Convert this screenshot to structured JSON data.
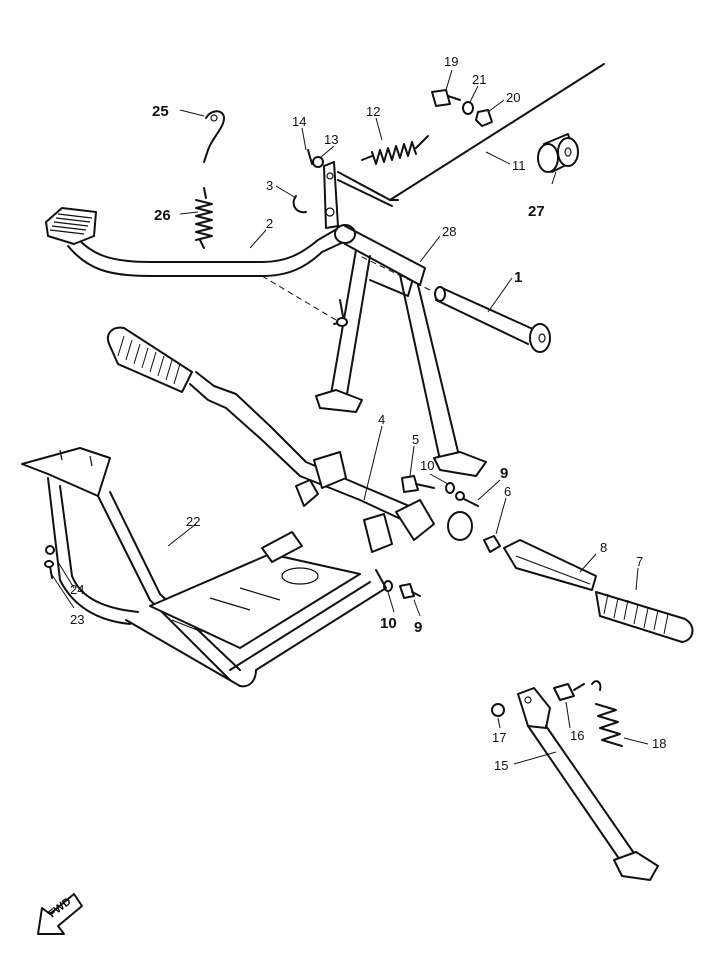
{
  "diagram": {
    "labels": {
      "p1": "1",
      "p2": "2",
      "p3": "3",
      "p4": "4",
      "p5": "5",
      "p6": "6",
      "p7": "7",
      "p8": "8",
      "p9a": "9",
      "p9b": "9",
      "p10a": "10",
      "p10b": "10",
      "p11": "11",
      "p12": "12",
      "p13": "13",
      "p14": "14",
      "p15": "15",
      "p16": "16",
      "p17": "17",
      "p18": "18",
      "p19": "19",
      "p20": "20",
      "p21": "21",
      "p22": "22",
      "p23": "23",
      "p24": "24",
      "p25": "25",
      "p26": "26",
      "p27": "27",
      "p28": "28"
    },
    "fwd": "FWD"
  }
}
